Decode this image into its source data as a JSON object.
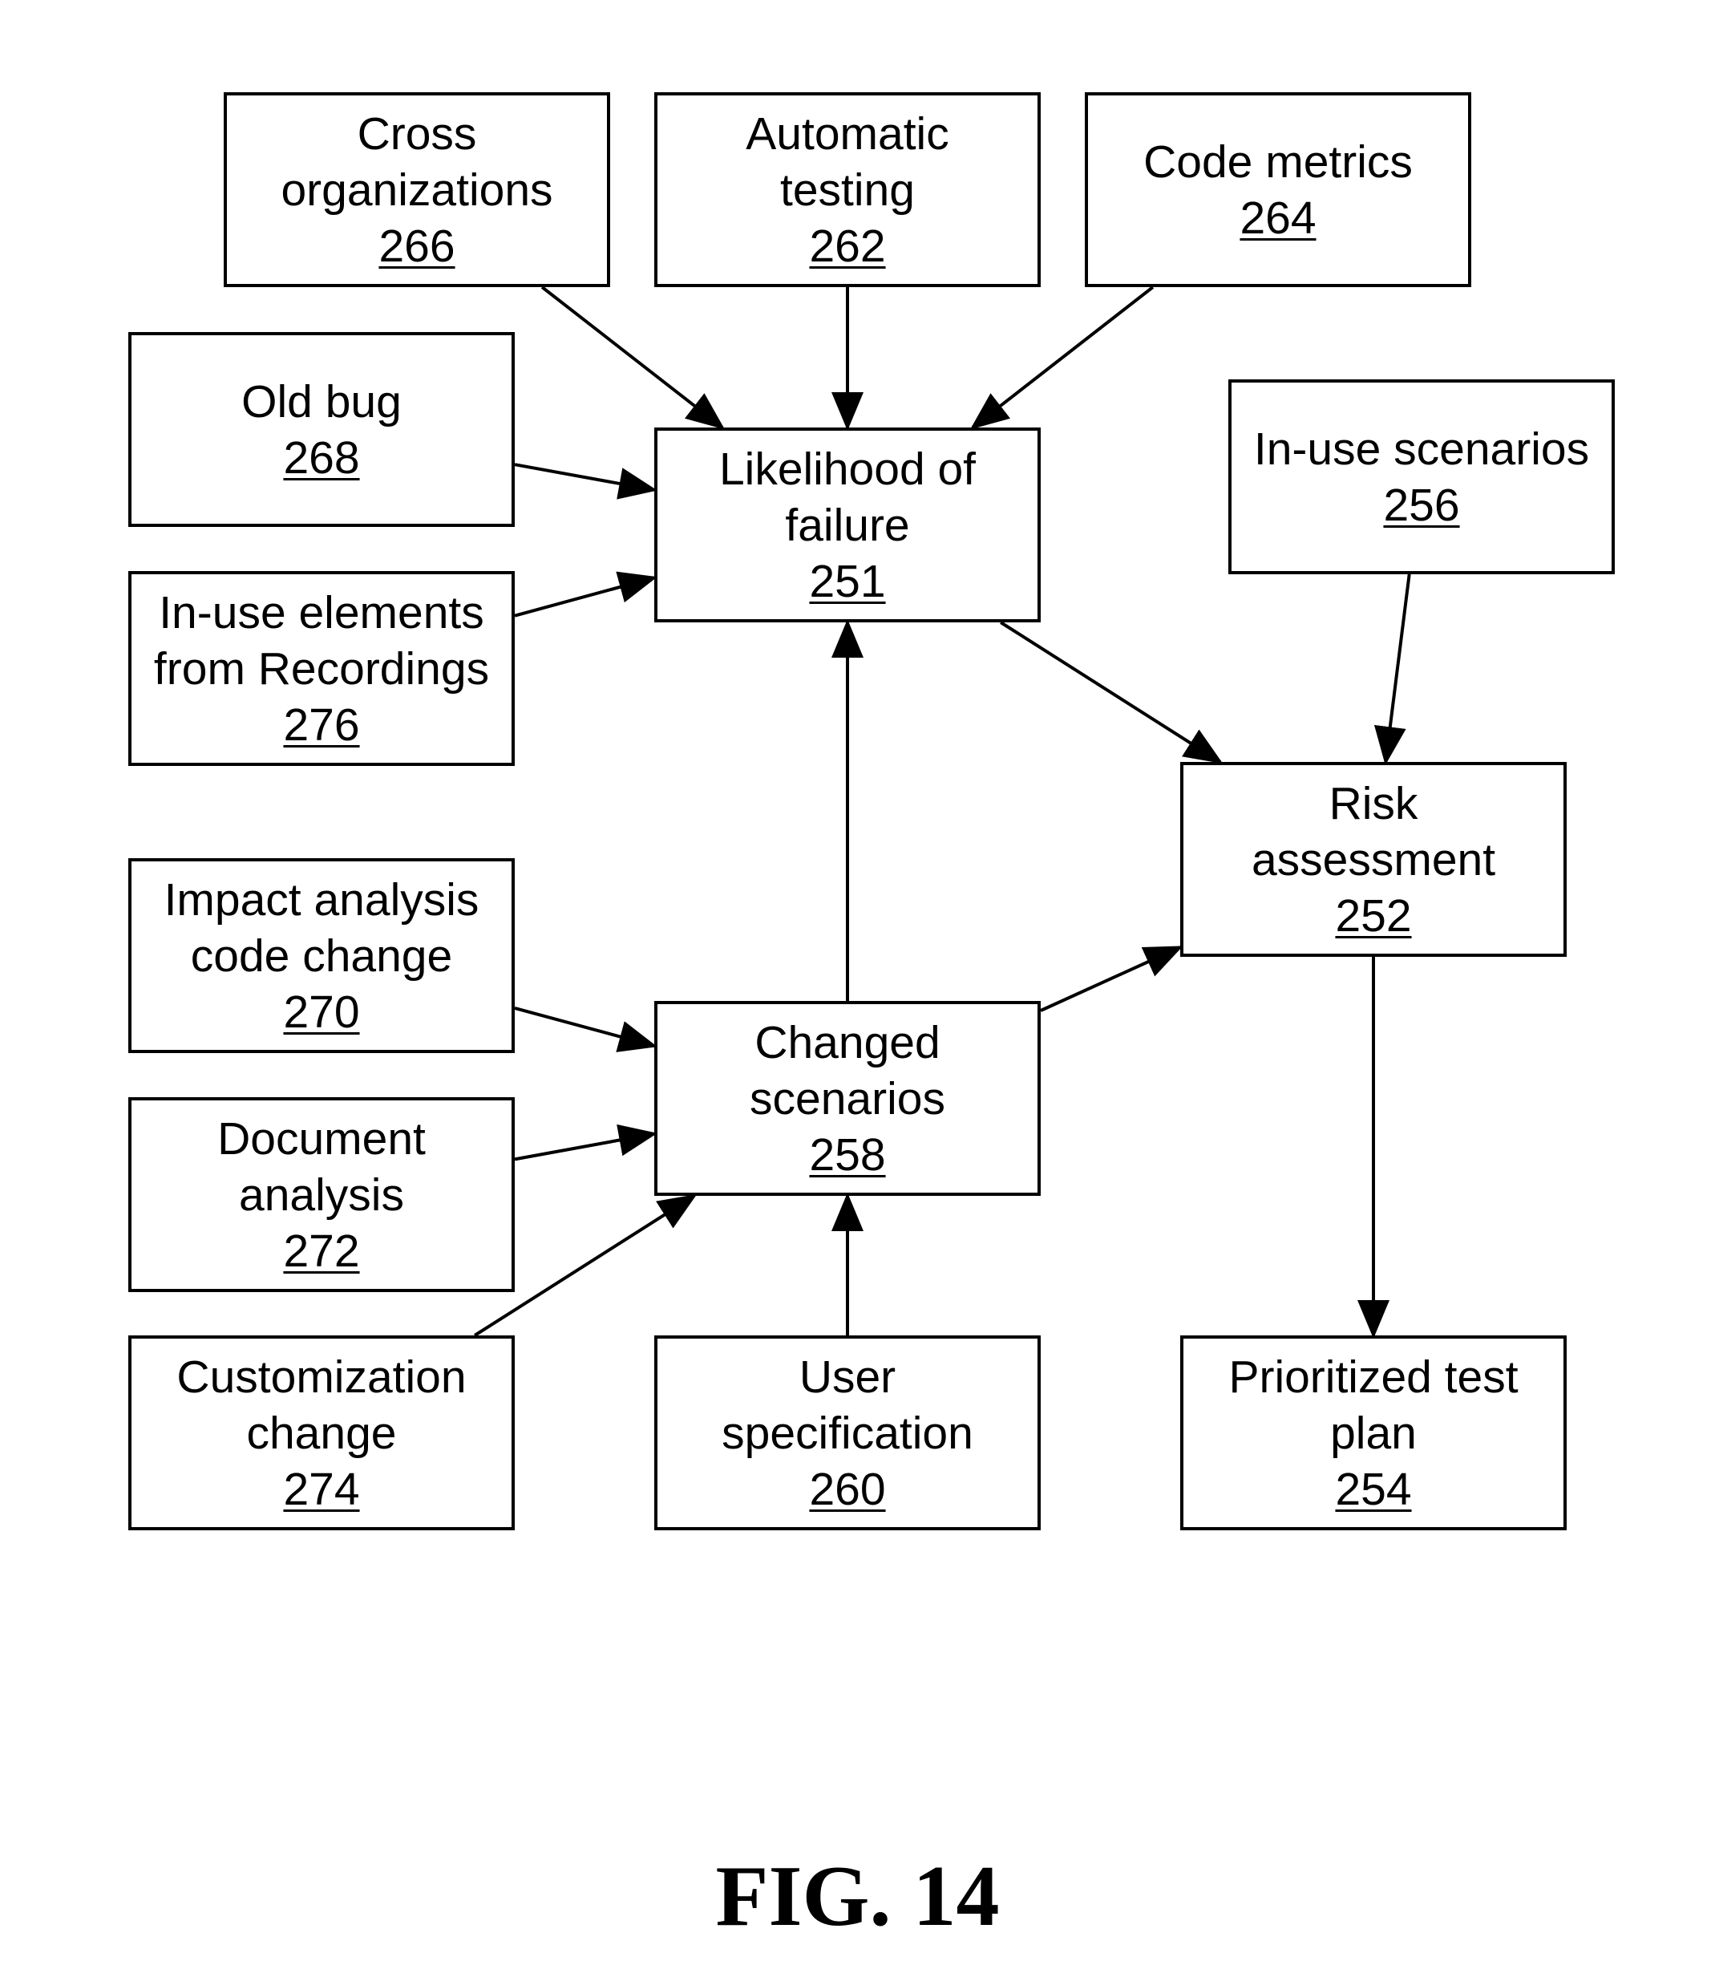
{
  "nodes": {
    "cross_organizations": {
      "lines": [
        "Cross",
        "organizations"
      ],
      "ref": "266"
    },
    "automatic_testing": {
      "lines": [
        "Automatic",
        "testing"
      ],
      "ref": "262"
    },
    "code_metrics": {
      "lines": [
        "Code metrics"
      ],
      "ref": "264"
    },
    "old_bug": {
      "lines": [
        "Old bug"
      ],
      "ref": "268"
    },
    "likelihood_of_failure": {
      "lines": [
        "Likelihood of",
        "failure"
      ],
      "ref": "251"
    },
    "in_use_scenarios": {
      "lines": [
        "In-use scenarios"
      ],
      "ref": "256"
    },
    "in_use_elements": {
      "lines": [
        "In-use elements",
        "from Recordings"
      ],
      "ref": "276"
    },
    "risk_assessment": {
      "lines": [
        "Risk",
        "assessment"
      ],
      "ref": "252"
    },
    "impact_analysis": {
      "lines": [
        "Impact analysis",
        "code change"
      ],
      "ref": "270"
    },
    "changed_scenarios": {
      "lines": [
        "Changed",
        "scenarios"
      ],
      "ref": "258"
    },
    "document_analysis": {
      "lines": [
        "Document",
        "analysis"
      ],
      "ref": "272"
    },
    "customization_change": {
      "lines": [
        "Customization",
        "change"
      ],
      "ref": "274"
    },
    "user_specification": {
      "lines": [
        "User",
        "specification"
      ],
      "ref": "260"
    },
    "prioritized_test_plan": {
      "lines": [
        "Prioritized test",
        "plan"
      ],
      "ref": "254"
    }
  },
  "edges": [
    {
      "from": "cross_organizations",
      "to": "likelihood_of_failure"
    },
    {
      "from": "automatic_testing",
      "to": "likelihood_of_failure"
    },
    {
      "from": "code_metrics",
      "to": "likelihood_of_failure"
    },
    {
      "from": "old_bug",
      "to": "likelihood_of_failure"
    },
    {
      "from": "in_use_elements",
      "to": "likelihood_of_failure"
    },
    {
      "from": "changed_scenarios",
      "to": "likelihood_of_failure"
    },
    {
      "from": "likelihood_of_failure",
      "to": "risk_assessment"
    },
    {
      "from": "in_use_scenarios",
      "to": "risk_assessment"
    },
    {
      "from": "changed_scenarios",
      "to": "risk_assessment"
    },
    {
      "from": "impact_analysis",
      "to": "changed_scenarios"
    },
    {
      "from": "document_analysis",
      "to": "changed_scenarios"
    },
    {
      "from": "customization_change",
      "to": "changed_scenarios"
    },
    {
      "from": "user_specification",
      "to": "changed_scenarios"
    },
    {
      "from": "risk_assessment",
      "to": "prioritized_test_plan"
    }
  ],
  "figure_label": "FIG. 14"
}
